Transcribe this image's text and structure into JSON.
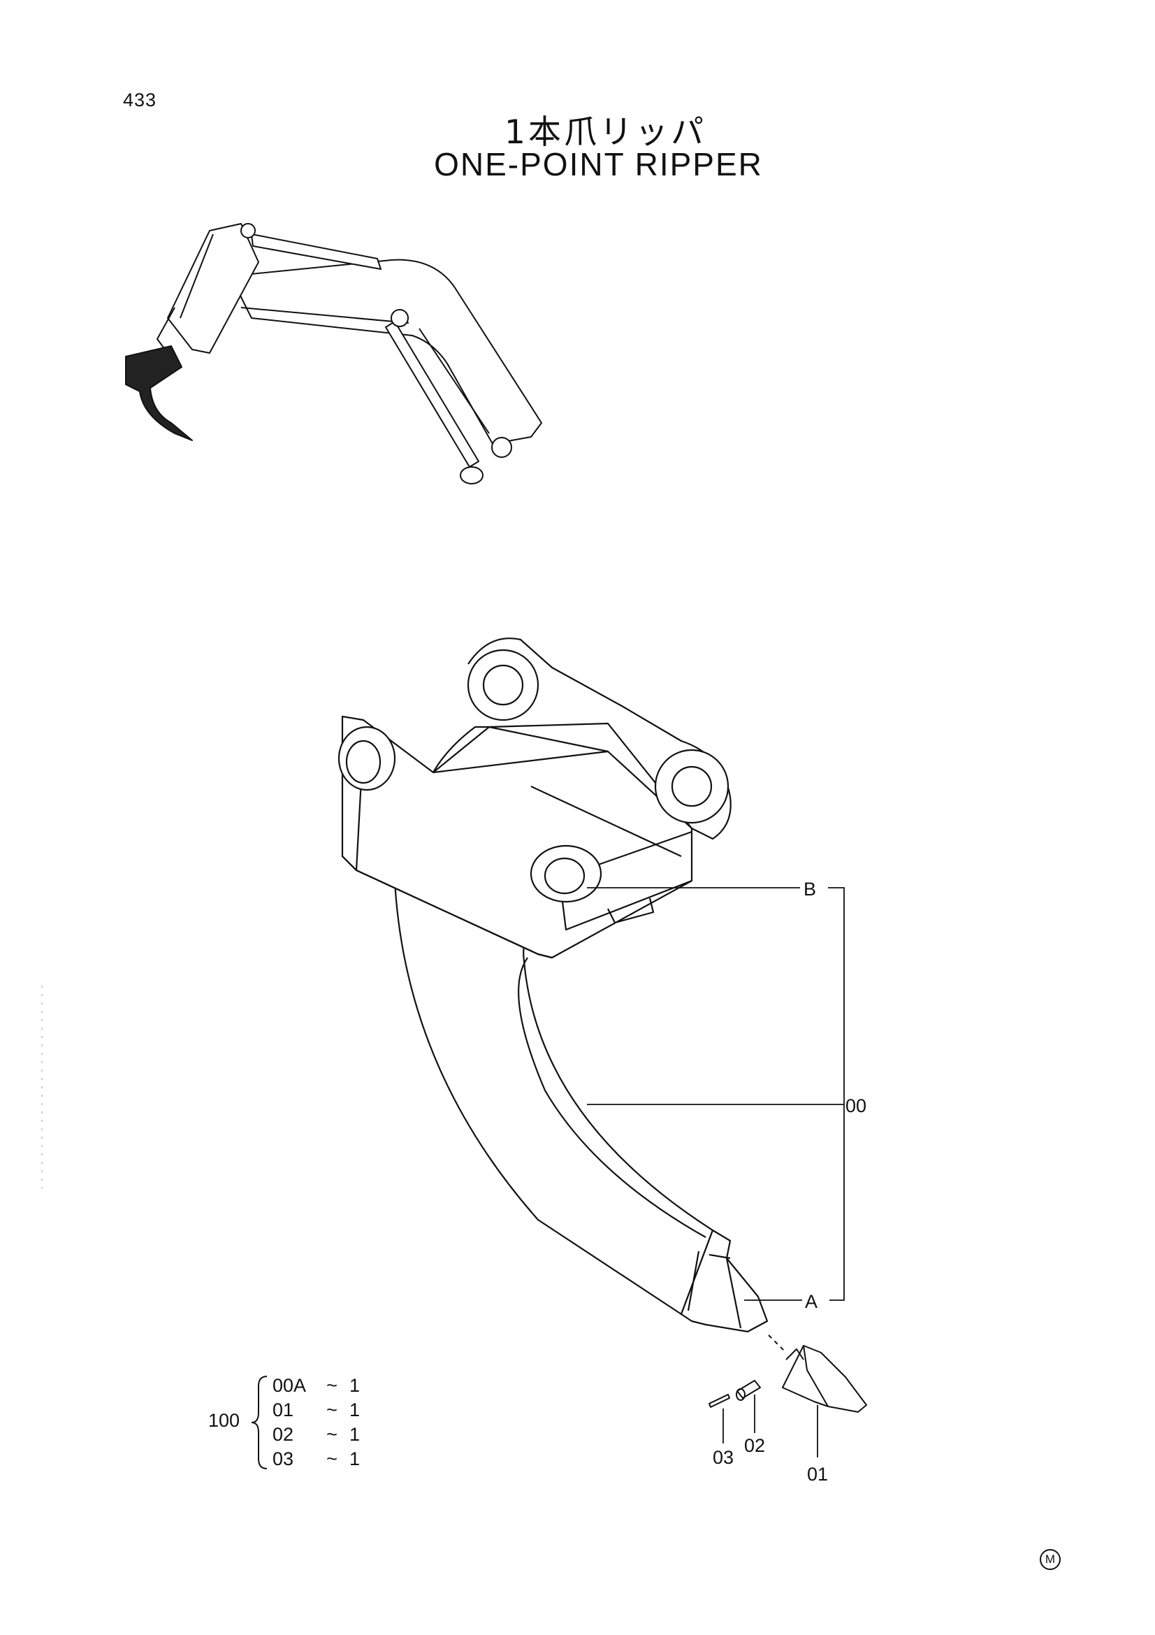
{
  "page": {
    "number": "433"
  },
  "title": {
    "japanese": "1本爪リッパ",
    "english": "ONE-POINT RIPPER"
  },
  "callouts": {
    "b": "B",
    "a": "A",
    "assembly": "00",
    "tooth": "01",
    "pin": "02",
    "lock": "03"
  },
  "kit": {
    "number": "100",
    "items": [
      {
        "code": "00A",
        "tilde": "~",
        "qty": "1"
      },
      {
        "code": "01",
        "tilde": "~",
        "qty": "1"
      },
      {
        "code": "02",
        "tilde": "~",
        "qty": "1"
      },
      {
        "code": "03",
        "tilde": "~",
        "qty": "1"
      }
    ]
  },
  "mark": "M",
  "colors": {
    "ink": "#111111",
    "paper": "#ffffff"
  }
}
